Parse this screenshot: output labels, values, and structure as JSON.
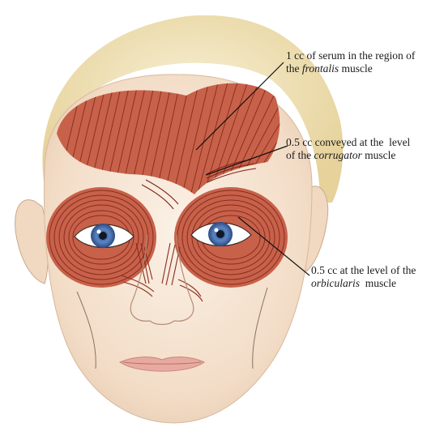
{
  "annotations": {
    "frontalis": {
      "line1": "1 cc of serum in the region of",
      "line2_prefix": "the ",
      "line2_italic": "frontalis",
      "line2_suffix": " muscle"
    },
    "corrugator": {
      "line1": "0.5 cc conveyed at the  level",
      "line2_prefix": "of the ",
      "line2_italic": "corrugator",
      "line2_suffix": " muscle"
    },
    "orbicularis": {
      "line1": "0.5 cc at the level of the",
      "line2_italic": "orbicularis",
      "line2_suffix": "  muscle"
    }
  },
  "colors": {
    "hair": "#efe0b0",
    "skin": "#f6e6d4",
    "muscle": "#c8614a",
    "muscle_fiber": "#7a2418",
    "iris": "#5b84c4",
    "lips": "#e8aaa0",
    "leader_line": "#111111"
  }
}
